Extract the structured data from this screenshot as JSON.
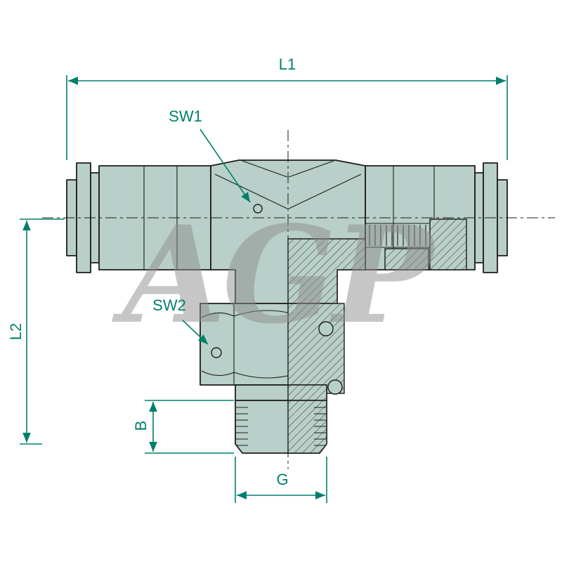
{
  "drawing": {
    "title": "tee-push-in-fitting-technical-drawing",
    "watermark": "AGP",
    "dimensions": {
      "l1": "L1",
      "l2": "L2",
      "b": "B",
      "g": "G",
      "sw1": "SW1",
      "sw2": "SW2"
    },
    "colors": {
      "dimension": "#007f6b",
      "body_fill": "#b9cfc9",
      "outline": "#1d1d1b",
      "watermark": "#8f8f8f",
      "background": "#ffffff"
    }
  }
}
